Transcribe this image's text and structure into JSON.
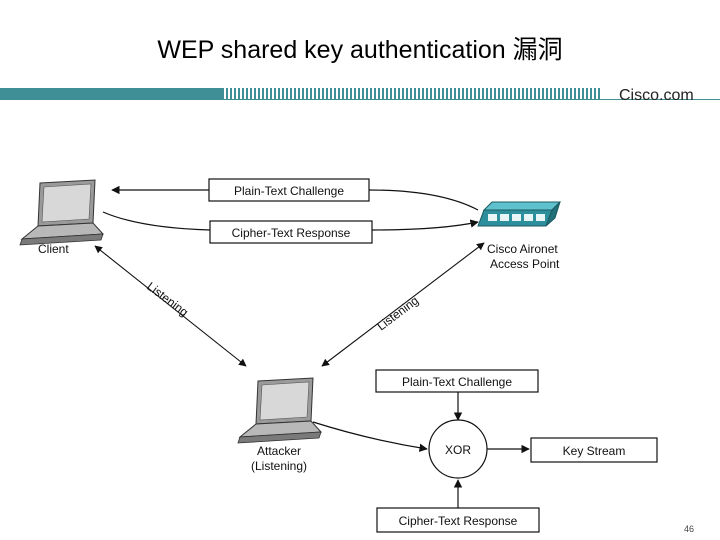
{
  "slide": {
    "title": "WEP shared key authentication 漏洞",
    "brand": "Cisco.com",
    "page_number": "46"
  },
  "diagram": {
    "client_label": "Client",
    "ap_label_line1": "Cisco Aironet",
    "ap_label_line2": "Access Point",
    "attacker_label_line1": "Attacker",
    "attacker_label_line2": "(Listening)",
    "challenge_box": "Plain-Text Challenge",
    "response_box": "Cipher-Text Response",
    "listening_left": "Listening",
    "listening_right": "Listening",
    "attack_challenge_box": "Plain-Text Challenge",
    "xor_label": "XOR",
    "key_stream_box": "Key Stream",
    "attack_response_box": "Cipher-Text Response"
  },
  "colors": {
    "band": "#3f8f97",
    "ap_device": "#3aa5b3"
  }
}
